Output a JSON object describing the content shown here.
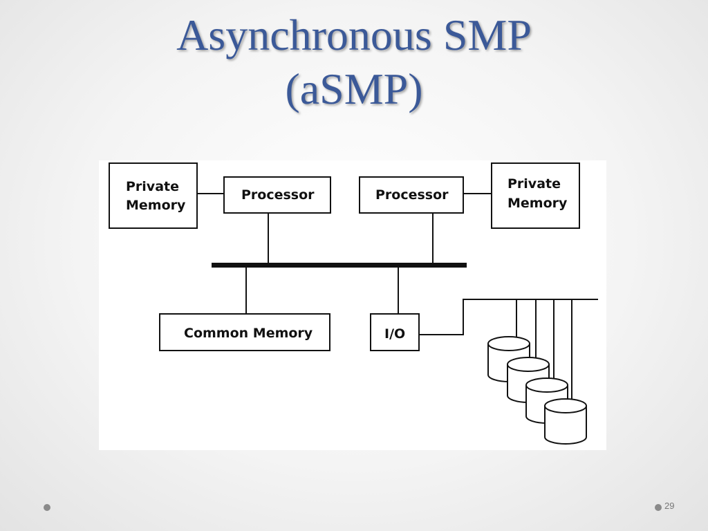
{
  "slide": {
    "title_line1": "Asynchronous SMP",
    "title_line2": "(aSMP)",
    "page_number": "29"
  },
  "diagram": {
    "private_memory_left": {
      "line1": "Private",
      "line2": "Memory"
    },
    "processor_left": "Processor",
    "processor_right": "Processor",
    "private_memory_right": {
      "line1": "Private",
      "line2": "Memory"
    },
    "common_memory": "Common Memory",
    "io": "I/O"
  },
  "colors": {
    "title": "#3b5998",
    "diagram_stroke": "#111111",
    "background": "#f4f4f4"
  }
}
